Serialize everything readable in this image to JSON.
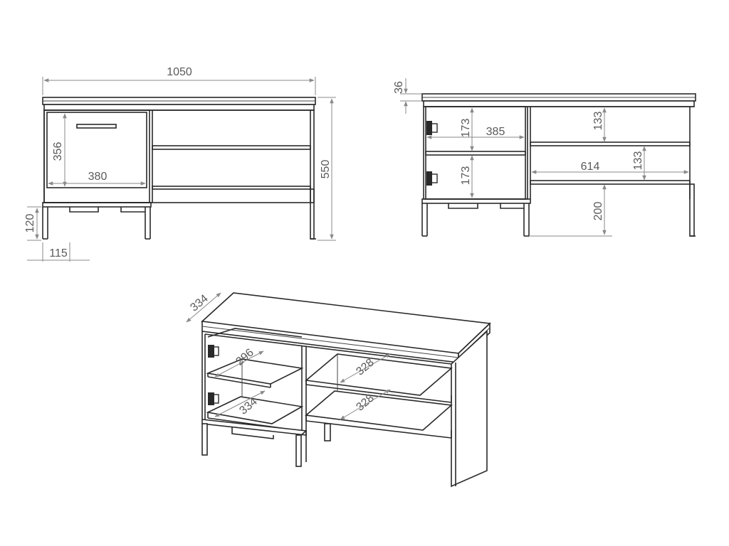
{
  "front_view": {
    "width": "1050",
    "height": "550",
    "drawer_height": "356",
    "drawer_width": "380",
    "leg_height": "120",
    "leg_offset": "115"
  },
  "open_view": {
    "top_thickness": "36",
    "door_compartment_height_upper": "173",
    "door_compartment_height_lower": "173",
    "door_compartment_width": "385",
    "shelf_height_upper": "133",
    "shelf_height_lower": "133",
    "shelf_width": "614",
    "leg_height": "200"
  },
  "iso_view": {
    "depth": "334",
    "left_shelf_depth_upper": "296",
    "left_shelf_depth_lower": "334",
    "right_shelf_depth_upper": "328",
    "right_shelf_depth_lower": "328"
  },
  "colors": {
    "line": "#2a2a2a",
    "dimension": "#8a8a8a",
    "dimension_text": "#5a5a5a"
  }
}
